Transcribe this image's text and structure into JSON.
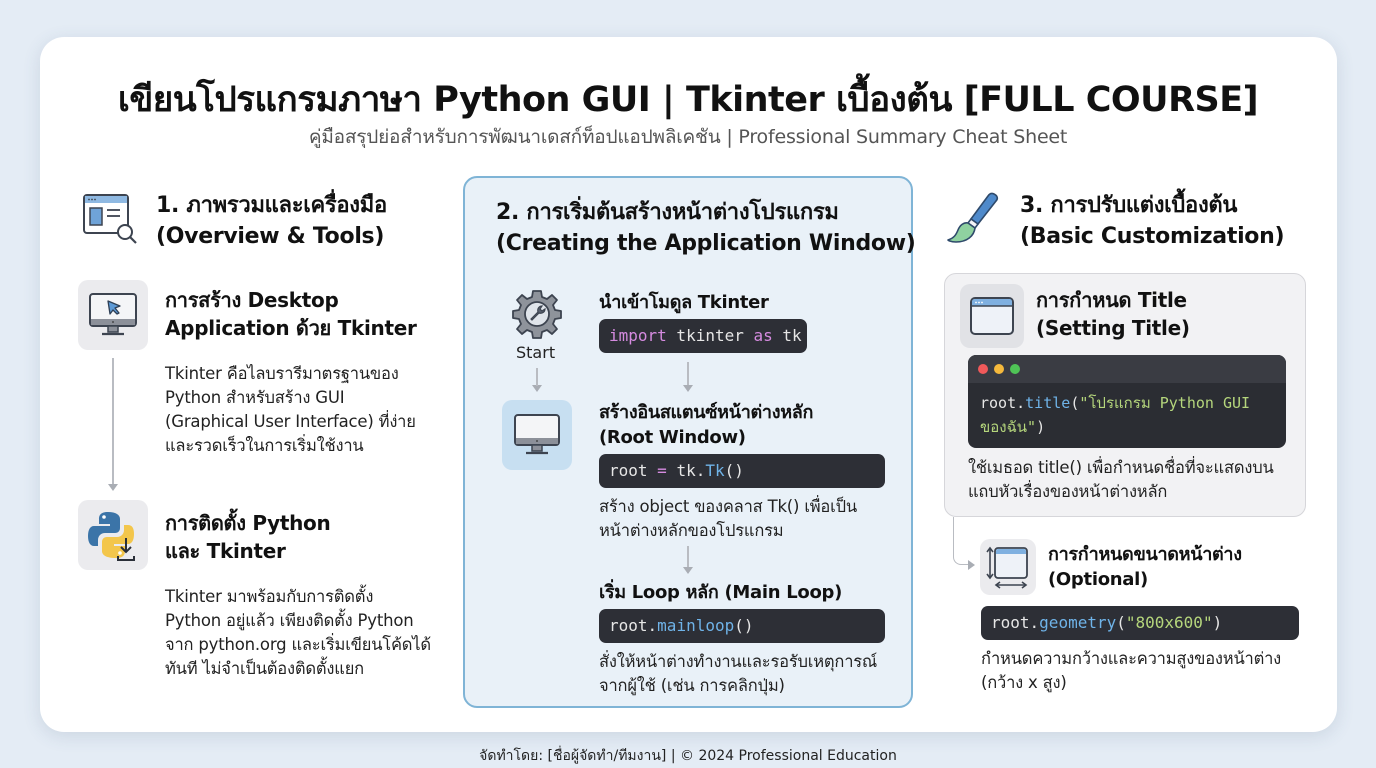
{
  "header": {
    "title": "เขียนโปรแกรมภาษา Python GUI | Tkinter เบื้องต้น [FULL COURSE]",
    "subtitle": "คู่มือสรุปย่อสำหรับการพัฒนาเดสก์ท็อปแอปพลิเคชัน | Professional Summary Cheat Sheet"
  },
  "sections": [
    {
      "title_th": "1. ภาพรวมและเครื่องมือ",
      "title_en": "(Overview & Tools)",
      "icon": "overview-window-search-icon",
      "items": [
        {
          "icon": "desktop-cursor-icon",
          "title_line1": "การสร้าง Desktop",
          "title_line2": "Application ด้วย Tkinter",
          "desc": [
            "Tkinter คือไลบรารีมาตรฐานของ",
            "Python สำหรับสร้าง GUI",
            "(Graphical User Interface) ที่ง่าย",
            "และรวดเร็วในการเริ่มใช้งาน"
          ]
        },
        {
          "icon": "python-download-icon",
          "title_line1": "การติดตั้ง Python",
          "title_line2": "และ Tkinter",
          "desc": [
            "Tkinter มาพร้อมกับการติดตั้ง",
            "Python อยู่แล้ว เพียงติดตั้ง Python",
            "จาก python.org และเริ่มเขียนโค้ดได้",
            "ทันที ไม่จำเป็นต้องติดตั้งแยก"
          ]
        }
      ]
    },
    {
      "title_th": "2. การเริ่มต้นสร้างหน้าต่างโปรแกรม",
      "title_en": "(Creating the Application Window)",
      "start_label": "Start",
      "steps": [
        {
          "title": "นำเข้าโมดูล Tkinter",
          "code": {
            "kw1": "import",
            "mid": " tkinter ",
            "kw2": "as",
            "end": " tk"
          }
        },
        {
          "title_line1": "สร้างอินสแตนซ์หน้าต่างหลัก",
          "title_line2": "(Root Window)",
          "code": {
            "pre": "root ",
            "op": "=",
            "mid": " tk.",
            "fn": "Tk",
            "end": "()"
          },
          "desc": [
            "สร้าง object ของคลาส Tk() เพื่อเป็น",
            "หน้าต่างหลักของโปรแกรม"
          ]
        },
        {
          "title": "เริ่ม Loop หลัก (Main Loop)",
          "code": {
            "pre": "root.",
            "fn": "mainloop",
            "end": "()"
          },
          "desc": [
            "สั่งให้หน้าต่างทำงานและรอรับเหตุการณ์",
            "จากผู้ใช้ (เช่น การคลิกปุ่ม)"
          ]
        }
      ]
    },
    {
      "title_th": "3. การปรับแต่งเบื้องต้น",
      "title_en": "(Basic Customization)",
      "items": [
        {
          "title_line1": "การกำหนด Title",
          "title_line2": "(Setting Title)",
          "code": {
            "pre": "root.",
            "fn": "title",
            "open": "(",
            "str": "\"โปรแกรม Python GUI ของฉัน\"",
            "end": ")"
          },
          "desc": [
            "ใช้เมธอด title() เพื่อกำหนดชื่อที่จะแสดงบน",
            "แถบหัวเรื่องของหน้าต่างหลัก"
          ]
        },
        {
          "title_line1": "การกำหนดขนาดหน้าต่าง",
          "title_line2": "(Optional)",
          "code": {
            "pre": "root.",
            "fn": "geometry",
            "open": "(",
            "str": "\"800x600\"",
            "end": ")"
          },
          "desc": [
            "กำหนดความกว้างและความสูงของหน้าต่าง",
            "(กว้าง x สูง)"
          ]
        }
      ]
    }
  ],
  "footer": "จัดทำโดย: [ชื่อผู้จัดทำ/ทีมงาน] | © 2024 Professional Education"
}
